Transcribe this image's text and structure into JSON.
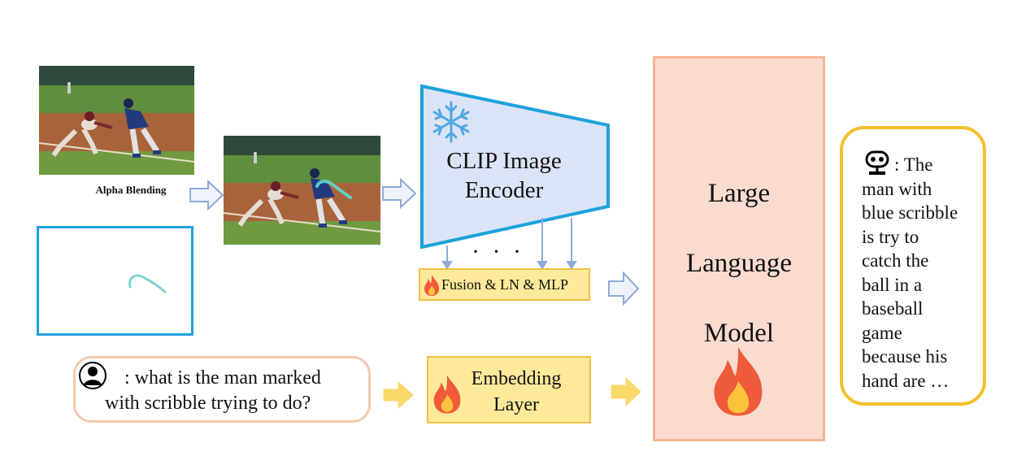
{
  "diagram": {
    "alpha_blending_label": "Alpha Blending",
    "clip_encoder": {
      "line1": "CLIP Image",
      "line2": "Encoder",
      "icon": "snowflake-icon"
    },
    "ellipsis": "· · ·",
    "fusion_label": "Fusion & LN & MLP",
    "embedding_layer": {
      "line1": "Embedding",
      "line2": "Layer"
    },
    "llm": {
      "line1": "Large",
      "line2": "Language",
      "line3": "Model"
    },
    "question": {
      "line1": ": what is the man marked",
      "line2": "with scribble trying to do?",
      "icon": "user-icon"
    },
    "answer": {
      "lead": ": The",
      "lines": [
        "man with",
        "blue scribble",
        "is try to",
        "catch the",
        "ball in a",
        "baseball",
        "game",
        "because his",
        "hand are …"
      ],
      "icon": "robot-icon"
    },
    "colors": {
      "clip_fill": "#dbe4f6",
      "clip_border": "#1ea2dc",
      "yellow_fill": "#fde99a",
      "yellow_border": "#f2c043",
      "llm_fill": "#fadbd0",
      "llm_border": "#f4b795",
      "blue_arrow": "#8fa9d9",
      "yellow_arrow": "#f7c44a",
      "scribble": "#7fd4d0"
    }
  }
}
